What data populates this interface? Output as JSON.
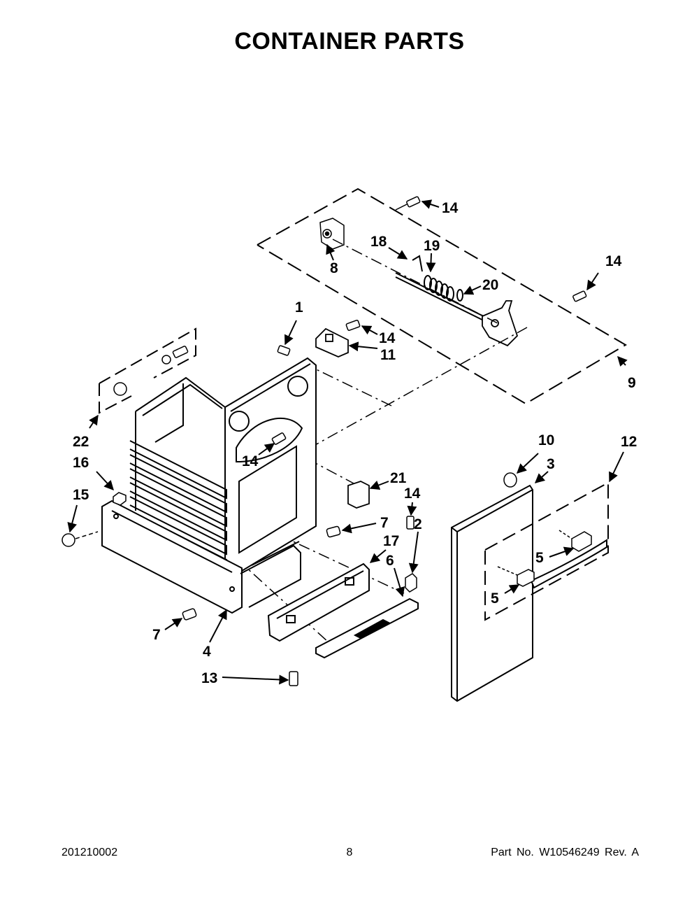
{
  "page": {
    "title": "CONTAINER PARTS"
  },
  "callouts": {
    "c1": "1",
    "c2": "2",
    "c3": "3",
    "c4": "4",
    "c5a": "5",
    "c5b": "5",
    "c6": "6",
    "c7a": "7",
    "c7b": "7",
    "c8": "8",
    "c9": "9",
    "c10": "10",
    "c11": "11",
    "c12": "12",
    "c13": "13",
    "c14a": "14",
    "c14b": "14",
    "c14c": "14",
    "c14d": "14",
    "c14e": "14",
    "c15": "15",
    "c16": "16",
    "c17": "17",
    "c18": "18",
    "c19": "19",
    "c20": "20",
    "c21": "21",
    "c22": "22"
  },
  "footer": {
    "doc_number": "201210002",
    "page_number": "8",
    "part_info": "Part No. W10546249 Rev. A"
  }
}
